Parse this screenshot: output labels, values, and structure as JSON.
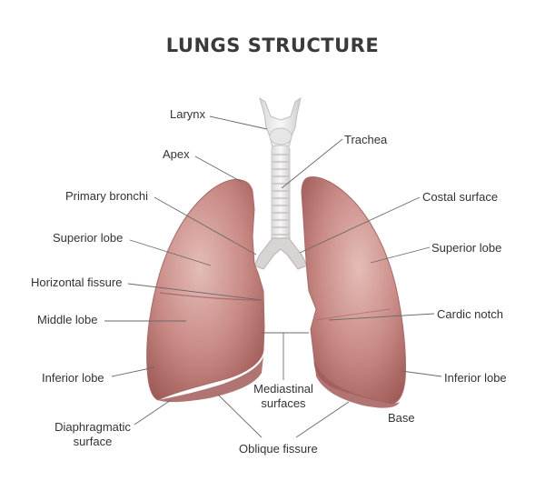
{
  "title": "LUNGS STRUCTURE",
  "labels": {
    "larynx": "Larynx",
    "apex": "Apex",
    "primary_bronchi": "Primary bronchi",
    "superior_lobe_left": "Superior lobe",
    "horizontal_fissure": "Horizontal fissure",
    "middle_lobe": "Middle lobe",
    "inferior_lobe_left": "Inferior lobe",
    "diaphragmatic_line1": "Diaphragmatic",
    "diaphragmatic_line2": "surface",
    "trachea": "Trachea",
    "costal_surface": "Costal surface",
    "superior_lobe_right": "Superior lobe",
    "cardic_notch": "Cardic notch",
    "inferior_lobe_right": "Inferior lobe",
    "mediastinal_line1": "Mediastinal",
    "mediastinal_line2": "surfaces",
    "base": "Base",
    "oblique_fissure": "Oblique fissure"
  },
  "colors": {
    "lung": "#c98a85",
    "lung_shadow": "#9e5a57",
    "lung_highlight": "#ead0cd",
    "trachea": "#ececec",
    "leader_line": "#6a6a6a"
  }
}
